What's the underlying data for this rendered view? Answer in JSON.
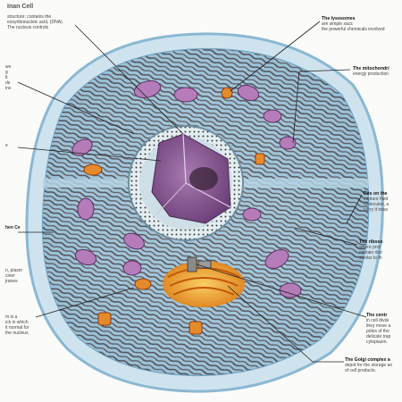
{
  "page": {
    "title_fragment": "Inan Cell"
  },
  "left_labels": [
    {
      "lines": [
        "structure; contains the",
        "eoxyribonucleic acid, (DNA).",
        "The nucleus controls"
      ]
    },
    {
      "lines": [
        "wo",
        "g",
        "lt",
        "ds",
        "ins"
      ]
    },
    {
      "lines": [
        "e"
      ]
    },
    {
      "lines": [
        "hen Ce"
      ]
    },
    {
      "lines": [
        "n, plasm",
        "ciner",
        "jranes"
      ]
    },
    {
      "lines": [
        "m is a",
        "ick in which",
        "it normal for",
        "the nucleus"
      ]
    }
  ],
  "right_labels": [
    {
      "heading": "The lysosomes",
      "lines": [
        "are simple sacs",
        "the powerful chemicals involved"
      ]
    },
    {
      "heading": "The mitochondri",
      "lines": [
        "energy production"
      ]
    },
    {
      "heading": "Pits on the",
      "lines": [
        "capture fluid",
        "molecules, a",
        "carry it towa"
      ]
    },
    {
      "heading": "The riboso",
      "lines": [
        "where prot",
        "contain ribo",
        "similar to th"
      ]
    },
    {
      "heading": "The centr",
      "lines": [
        "in cell divisi",
        "they move a",
        "poles of the",
        "delicate trap",
        "cytoplasm."
      ]
    },
    {
      "heading": "The Golgi complex a",
      "lines": [
        "depot for the storage an",
        "of cell products."
      ]
    }
  ],
  "colors": {
    "cell_outer": "#bcd9e8",
    "membrane": "#7fb3d0",
    "cytoplasm": "#9fc7de",
    "er_dark": "#4a3a3c",
    "nucleus_purple": "#8a5a96",
    "nucleus_dark": "#3a2a3a",
    "mitochondria": "#b07ab4",
    "lysosome": "#e08a2a",
    "golgi": "#f0a020"
  },
  "icons": [
    "pointer-line"
  ]
}
